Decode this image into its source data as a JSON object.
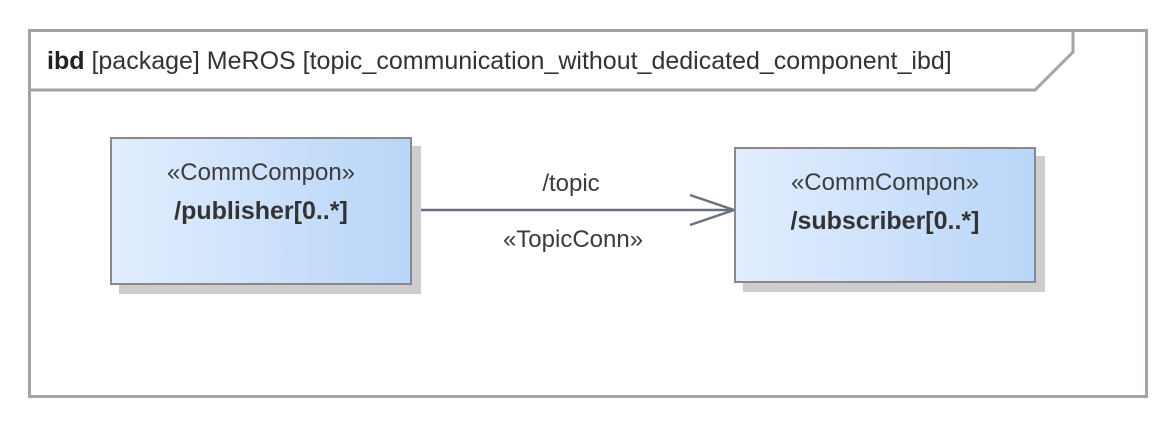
{
  "frame": {
    "kind": "ibd",
    "title": "[package] MeROS [topic_communication_without_dedicated_component_ibd]"
  },
  "blocks": [
    {
      "stereotype": "«CommCompon»",
      "name": "/publisher[0..*]"
    },
    {
      "stereotype": "«CommCompon»",
      "name": "/subscriber[0..*]"
    }
  ],
  "connector": {
    "name": "/topic",
    "stereotype": "«TopicConn»",
    "color": "#6a7081"
  },
  "colors": {
    "frame_border": "#a7a1a1",
    "block_border": "#8f8786",
    "block_fill_start": "#e2eefe",
    "block_fill_end": "#b9d5f8",
    "shadow": "#cdcdcd"
  }
}
